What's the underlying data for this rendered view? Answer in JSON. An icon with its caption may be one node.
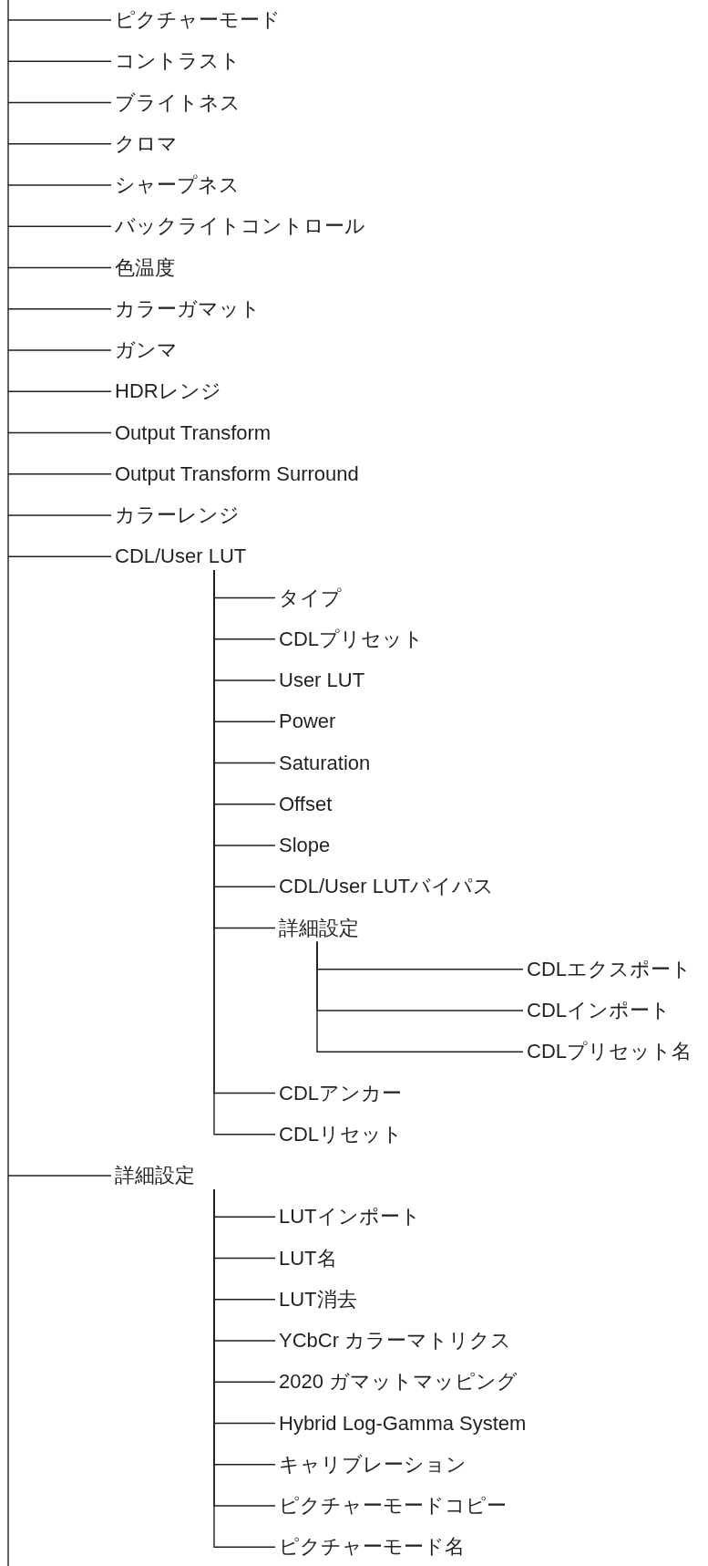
{
  "diagram": {
    "nodes": [
      {
        "text": [
          "ピクチャーモード"
        ]
      },
      {
        "text": [
          "コントラスト"
        ]
      },
      {
        "text": [
          "ブライトネス"
        ]
      },
      {
        "text": [
          "クロマ"
        ]
      },
      {
        "text": [
          "シャープネス"
        ]
      },
      {
        "text": [
          "バックライトコントロール"
        ]
      },
      {
        "text": [
          "色温度"
        ]
      },
      {
        "text": [
          "カラーガマット"
        ]
      },
      {
        "text": [
          "ガンマ"
        ]
      },
      {
        "text": [
          "HDRレンジ"
        ]
      },
      {
        "text": [
          "Output Transform"
        ]
      },
      {
        "text": [
          "Output Transform Surround"
        ]
      },
      {
        "text": [
          "カラーレンジ"
        ]
      },
      {
        "text": [
          "CDL/User LUT"
        ]
      },
      {
        "text": [
          "タイプ"
        ]
      },
      {
        "text": [
          "CDLプリセット"
        ]
      },
      {
        "text": [
          "User LUT"
        ]
      },
      {
        "text": [
          "Power"
        ]
      },
      {
        "text": [
          "Saturation"
        ]
      },
      {
        "text": [
          "Offset"
        ]
      },
      {
        "text": [
          "Slope"
        ]
      },
      {
        "text": [
          "CDL/User LUTバイパス"
        ]
      },
      {
        "text": [
          "詳細設定"
        ]
      },
      {
        "text": [
          "CDLエクスポート"
        ]
      },
      {
        "text": [
          "CDLインポート"
        ]
      },
      {
        "text": [
          "CDLプリセット名"
        ]
      },
      {
        "text": [
          "CDLアンカー"
        ]
      },
      {
        "text": [
          "CDLリセット"
        ]
      },
      {
        "text": [
          "詳細設定"
        ]
      },
      {
        "text": [
          "LUTインポート"
        ]
      },
      {
        "text": [
          "LUT名"
        ]
      },
      {
        "text": [
          "LUT消去"
        ]
      },
      {
        "text": [
          "YCbCr カラーマトリクス"
        ]
      },
      {
        "text": [
          "2020 ガマットマッピング"
        ]
      },
      {
        "text": [
          "Hybrid Log-Gamma System"
        ]
      },
      {
        "text": [
          "キャリブレーション"
        ]
      },
      {
        "text": [
          "ピクチャーモードコピー"
        ]
      },
      {
        "text": [
          "ピクチャーモード名"
        ]
      }
    ],
    "edges": [
      {
        "from": null,
        "to": 0,
        "arrow": "none"
      },
      {
        "from": null,
        "to": 1,
        "arrow": "none"
      },
      {
        "from": null,
        "to": 2,
        "arrow": "none"
      },
      {
        "from": null,
        "to": 3,
        "arrow": "none"
      },
      {
        "from": null,
        "to": 4,
        "arrow": "none"
      },
      {
        "from": null,
        "to": 5,
        "arrow": "none"
      },
      {
        "from": null,
        "to": 6,
        "arrow": "none"
      },
      {
        "from": null,
        "to": 7,
        "arrow": "none"
      },
      {
        "from": null,
        "to": 8,
        "arrow": "none"
      },
      {
        "from": null,
        "to": 9,
        "arrow": "none"
      },
      {
        "from": null,
        "to": 10,
        "arrow": "none"
      },
      {
        "from": null,
        "to": 11,
        "arrow": "none"
      },
      {
        "from": null,
        "to": 12,
        "arrow": "none"
      },
      {
        "from": null,
        "to": 13,
        "arrow": "none"
      },
      {
        "from": 13,
        "to": 14,
        "arrow": "none"
      },
      {
        "from": 13,
        "to": 15,
        "arrow": "none"
      },
      {
        "from": 13,
        "to": 16,
        "arrow": "none"
      },
      {
        "from": 13,
        "to": 17,
        "arrow": "none"
      },
      {
        "from": 13,
        "to": 18,
        "arrow": "none"
      },
      {
        "from": 13,
        "to": 19,
        "arrow": "none"
      },
      {
        "from": 13,
        "to": 20,
        "arrow": "none"
      },
      {
        "from": 13,
        "to": 21,
        "arrow": "none"
      },
      {
        "from": 13,
        "to": 22,
        "arrow": "none"
      },
      {
        "from": 22,
        "to": 23,
        "arrow": "none"
      },
      {
        "from": 22,
        "to": 24,
        "arrow": "none"
      },
      {
        "from": 22,
        "to": 25,
        "arrow": "none"
      },
      {
        "from": 13,
        "to": 26,
        "arrow": "none"
      },
      {
        "from": 13,
        "to": 27,
        "arrow": "none"
      },
      {
        "from": null,
        "to": 28,
        "arrow": "none"
      },
      {
        "from": 28,
        "to": 29,
        "arrow": "none"
      },
      {
        "from": 28,
        "to": 30,
        "arrow": "none"
      },
      {
        "from": 28,
        "to": 31,
        "arrow": "none"
      },
      {
        "from": 28,
        "to": 32,
        "arrow": "none"
      },
      {
        "from": 28,
        "to": 33,
        "arrow": "none"
      },
      {
        "from": 28,
        "to": 34,
        "arrow": "none"
      },
      {
        "from": 28,
        "to": 35,
        "arrow": "none"
      },
      {
        "from": 28,
        "to": 36,
        "arrow": "none"
      },
      {
        "from": 28,
        "to": 37,
        "arrow": "none"
      }
    ]
  }
}
